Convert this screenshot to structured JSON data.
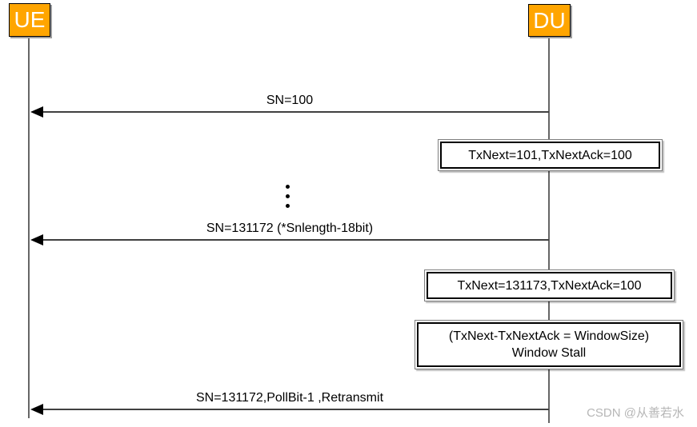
{
  "diagram": {
    "actors": [
      {
        "label": "UE"
      },
      {
        "label": "DU"
      }
    ],
    "messages": [
      {
        "label": "SN=100",
        "from": "DU",
        "to": "UE"
      },
      {
        "label": "SN=131172 (*Snlength-18bit)",
        "from": "DU",
        "to": "UE"
      },
      {
        "label": "SN=131172,PollBit-1 ,Retransmit",
        "from": "DU",
        "to": "UE"
      }
    ],
    "notes": [
      {
        "lines": [
          "TxNext=101,TxNextAck=100"
        ]
      },
      {
        "lines": [
          "TxNext=131173,TxNextAck=100"
        ]
      },
      {
        "lines": [
          "(TxNext-TxNextAck = WindowSize)",
          "Window Stall"
        ]
      }
    ],
    "watermark": "CSDN @从善若水",
    "colors": {
      "actor_fill": "#FFA500",
      "actor_border": "#000000",
      "actor_text": "#FFFFFF",
      "lifeline": "#666666",
      "arrow_line": "#404040",
      "arrow_head": "#000000",
      "note_border_outer": "#7F7F7F",
      "note_border_inner": "#000000",
      "text": "#000000",
      "watermark_text": "#B6B6B6"
    }
  }
}
